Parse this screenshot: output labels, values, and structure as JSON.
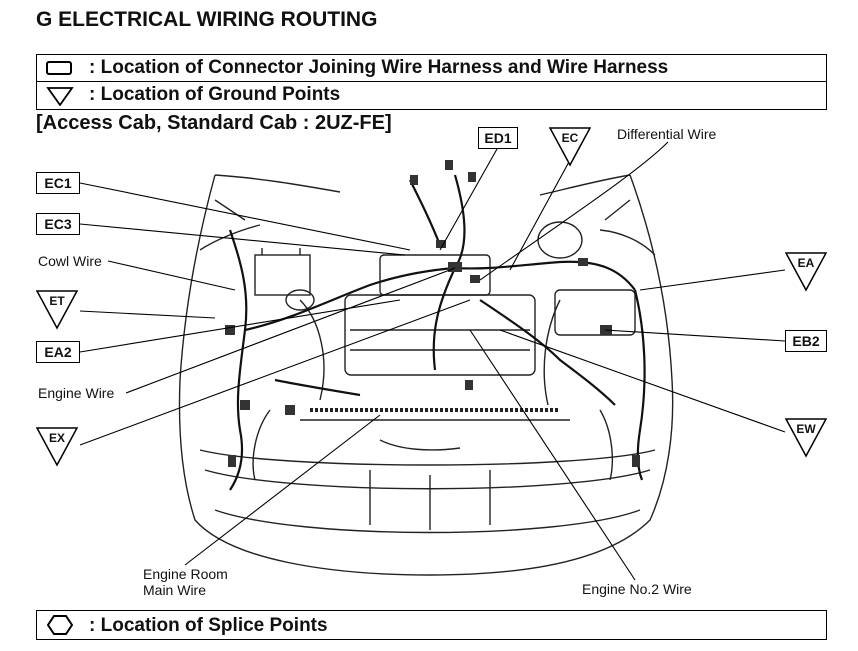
{
  "header": {
    "title": "G  ELECTRICAL WIRING ROUTING"
  },
  "legend": {
    "connector": ": Location of Connector Joining Wire Harness and Wire Harness",
    "ground": ": Location of Ground Points",
    "splice": ": Location of Splice Points"
  },
  "diagram": {
    "subtitle": "[Access Cab, Standard Cab : 2UZ-FE]",
    "connectors": {
      "ec1": "EC1",
      "ec3": "EC3",
      "ea2": "EA2",
      "ed1": "ED1",
      "eb2": "EB2"
    },
    "grounds": {
      "ec": "EC",
      "et": "ET",
      "ex": "EX",
      "ea": "EA",
      "ew": "EW"
    },
    "wires": {
      "differential": "Differential Wire",
      "cowl": "Cowl Wire",
      "engine": "Engine Wire",
      "engine_room_main_1": "Engine Room",
      "engine_room_main_2": "Main Wire",
      "engine_no2": "Engine No.2 Wire"
    }
  }
}
